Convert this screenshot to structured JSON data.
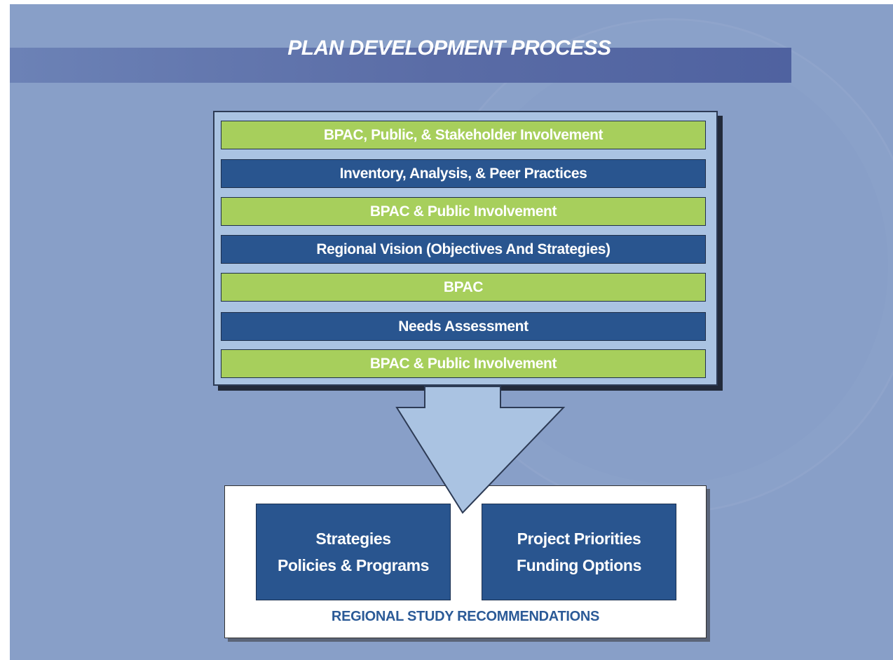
{
  "title": "PLAN DEVELOPMENT PROCESS",
  "steps": [
    {
      "label": "BPAC, Public, & Stakeholder Involvement",
      "color": "#a7cf5c"
    },
    {
      "label": "Inventory, Analysis, & Peer Practices",
      "color": "#29558f"
    },
    {
      "label": "BPAC & Public Involvement",
      "color": "#a7cf5c"
    },
    {
      "label": "Regional Vision (Objectives And Strategies)",
      "color": "#29558f"
    },
    {
      "label": "BPAC",
      "color": "#a7cf5c"
    },
    {
      "label": "Needs Assessment",
      "color": "#29558f"
    },
    {
      "label": "BPAC & Public Involvement",
      "color": "#a7cf5c"
    }
  ],
  "recommendations": {
    "left_box": {
      "line1": "Strategies",
      "line2": "Policies & Programs"
    },
    "right_box": {
      "line1": "Project Priorities",
      "line2": "Funding Options"
    },
    "caption": "REGIONAL STUDY RECOMMENDATIONS"
  },
  "colors": {
    "background": "#889fc8",
    "green": "#a7cf5c",
    "blue": "#29558f",
    "arrow": "#aac3e2",
    "caption": "#2b5a97"
  }
}
